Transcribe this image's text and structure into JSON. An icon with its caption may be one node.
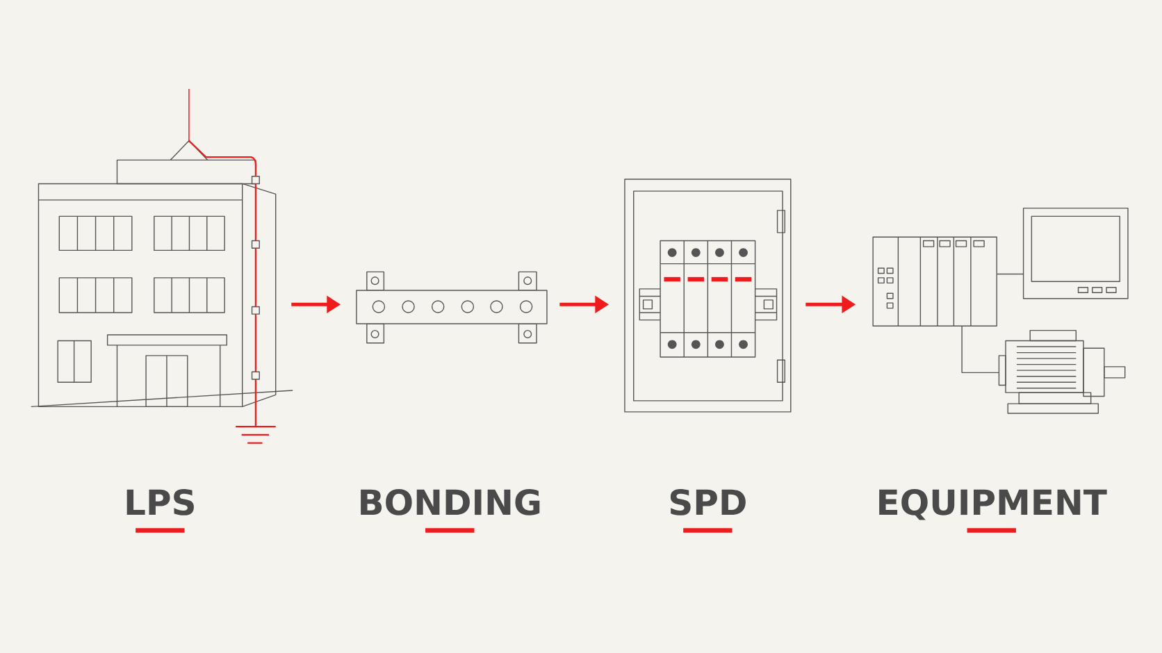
{
  "diagram": {
    "nodes": [
      {
        "text": [
          "LPS"
        ]
      },
      {
        "text": [
          "BONDING"
        ]
      },
      {
        "text": [
          "SPD"
        ]
      },
      {
        "text": [
          "EQUIPMENT"
        ]
      }
    ],
    "edges": [
      {
        "from": 0,
        "to": 1,
        "arrow": "to"
      },
      {
        "from": 1,
        "to": 2,
        "arrow": "to"
      },
      {
        "from": 2,
        "to": 3,
        "arrow": "to"
      }
    ]
  }
}
